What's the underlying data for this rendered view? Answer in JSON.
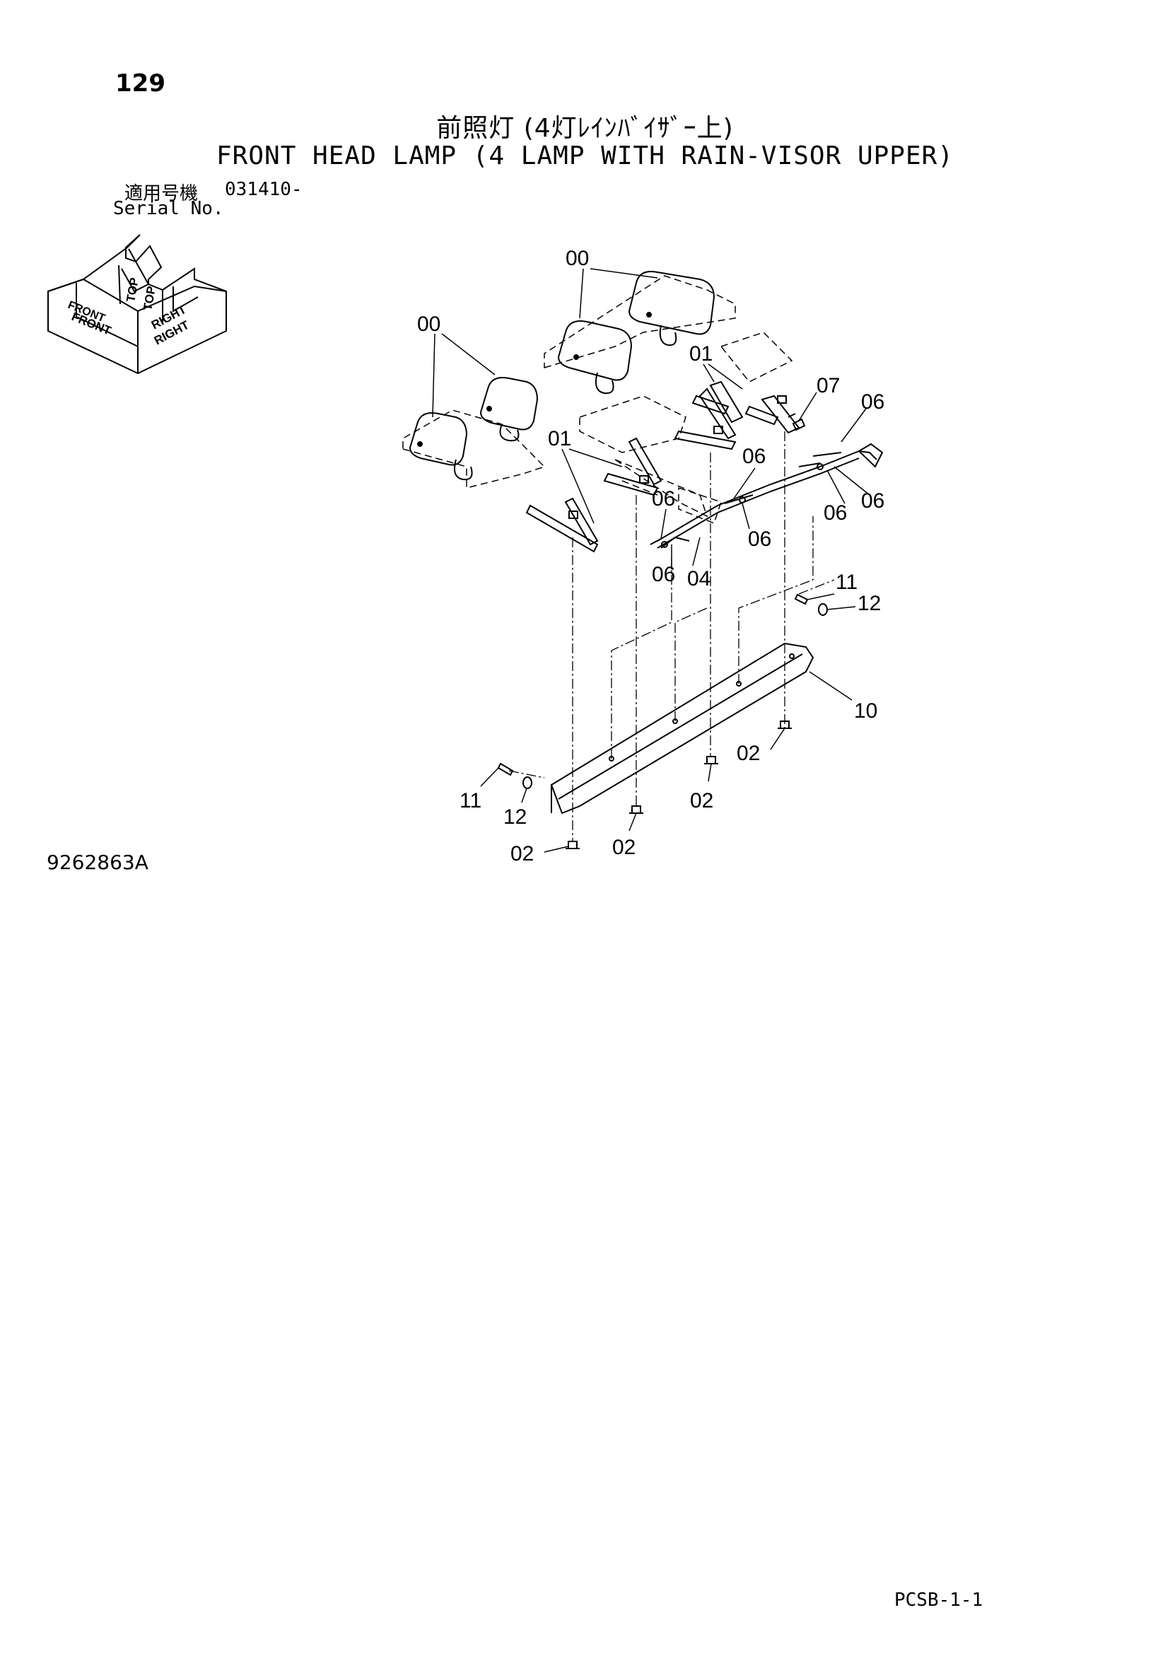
{
  "header": {
    "page_number": "129",
    "title_jp": "前照灯 (4灯ﾚｲﾝﾊﾞｲｻﾞｰ上)",
    "title_en": "FRONT HEAD LAMP (4 LAMP WITH RAIN-VISOR UPPER)"
  },
  "serial": {
    "label_jp": "適用号機",
    "value": "031410-",
    "label_en": "Serial No."
  },
  "orientation": {
    "top": "TOP",
    "front": "FRONT",
    "right": "RIGHT"
  },
  "callouts": {
    "lamp_upper": "00",
    "lamp_left": "00",
    "bracket_upper": "01",
    "bracket_lower": "01",
    "clamp_07": "07",
    "clip_06_a": "06",
    "clip_06_b": "06",
    "clip_06_c": "06",
    "clip_06_d": "06",
    "clip_06_e": "06",
    "clip_06_f": "06",
    "clip_06_g": "06",
    "harness_04": "04",
    "bolt_11_r": "11",
    "washer_12_r": "12",
    "stay_10": "10",
    "bolt_02_a": "02",
    "bolt_02_b": "02",
    "bolt_02_c": "02",
    "bolt_02_d": "02",
    "bolt_11_l": "11",
    "washer_12_l": "12"
  },
  "footer": {
    "drawing_no": "9262863A",
    "code": "PCSB-1-1"
  }
}
